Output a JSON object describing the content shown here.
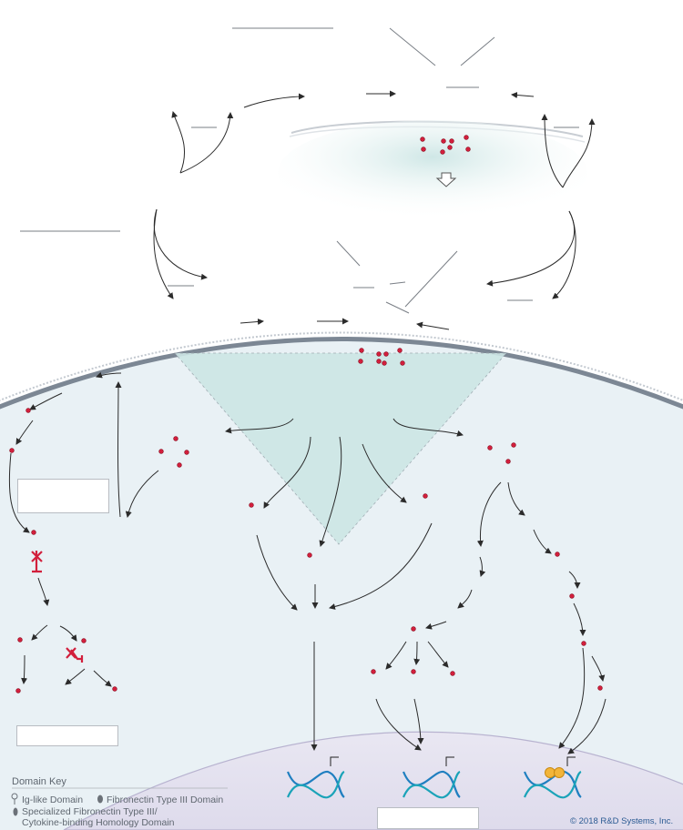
{
  "legend": {
    "title": "Domain Key",
    "items": [
      {
        "icon": "ig-like-domain-icon",
        "label": "Ig-like Domain"
      },
      {
        "icon": "fibronectin-type-iii-domain-icon",
        "label": "Fibronectin Type III Domain"
      },
      {
        "icon": "specialized-fibronectin-domain-icon",
        "label_line1": "Specialized Fibronectin Type III/",
        "label_line2": "Cytokine-binding Homology Domain"
      }
    ]
  },
  "copyright": "© 2018 R&D Systems, Inc.",
  "colors": {
    "cell_fill": "#e9f1f5",
    "membrane": "#7c8794",
    "nucleus": "#e6e4f0",
    "receptor_shade": "#cfe6e6",
    "phospho_dot": "#d21f3c",
    "dna_blue": "#1f7fc0",
    "dna_teal": "#1aa3b8",
    "coactivator": "#f2b53a"
  }
}
